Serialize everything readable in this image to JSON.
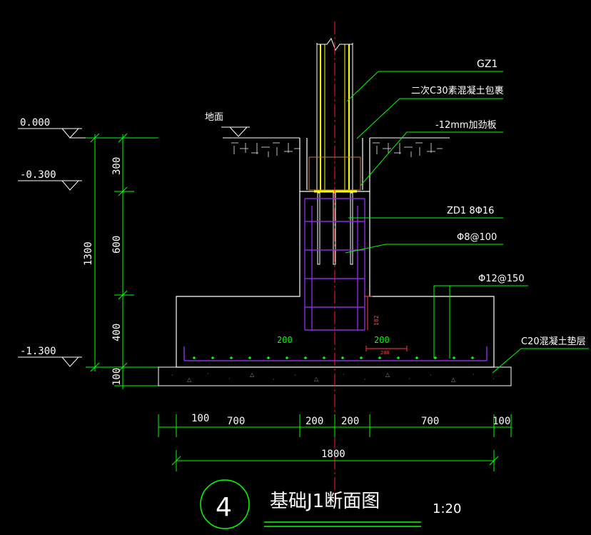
{
  "title": "基础J1断面图",
  "detail_number": "4",
  "scale": "1:20",
  "elevations": {
    "e0": "0.000",
    "e1": "-0.300",
    "e2": "-1.300"
  },
  "ground_label": "地面",
  "callouts": {
    "gz1": "GZ1",
    "encase": "二次C30素混凝土包裹",
    "plate": "-12mm加劲板",
    "zd1": "ZD1 8Φ16",
    "stirrup": "Φ8@100",
    "bottom_bar": "Φ12@150",
    "cushion": "C20混凝土垫层"
  },
  "inner_dims": {
    "left_200": "200",
    "right_200": "200",
    "small_200": "200",
    "vert_182": "182"
  },
  "left_dims": {
    "total": "1300",
    "d300": "300",
    "d600": "600",
    "d400": "400",
    "d100": "100"
  },
  "bottom_dims": {
    "segments": [
      "100",
      "700",
      "200",
      "200",
      "700",
      "100"
    ],
    "total": "1800"
  },
  "colors": {
    "background": "#000000",
    "outline": "#ffffff",
    "dimension": "#00ff00",
    "rebar": "#8a2be2",
    "axis": "#ff2020",
    "steel": "#ffff00",
    "leader": "#00ff00",
    "hatch": "#a0a0a0"
  }
}
